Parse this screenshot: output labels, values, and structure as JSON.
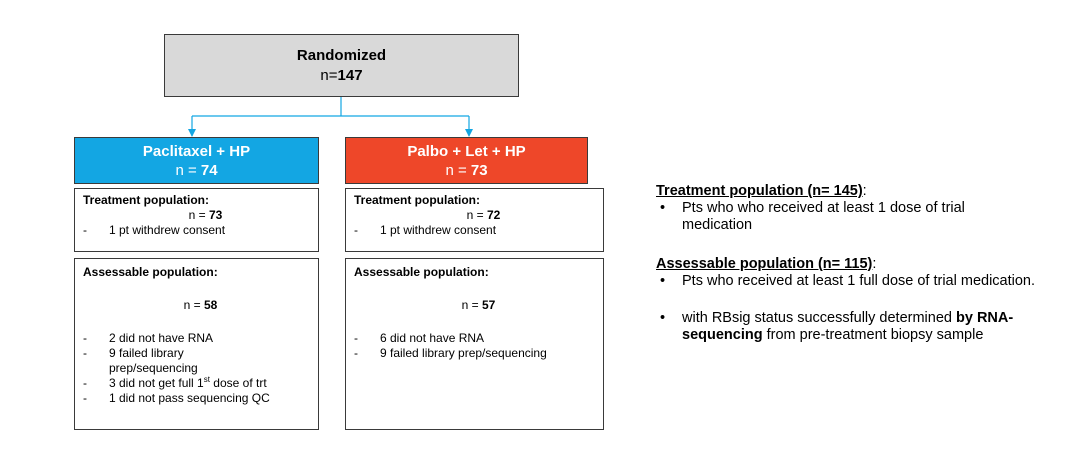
{
  "randomized": {
    "title": "Randomized",
    "n_prefix": "n=",
    "n_value": "147"
  },
  "arms": [
    {
      "name": "Paclitaxel + HP",
      "n_prefix": "n = ",
      "n_value": "74",
      "treatment": {
        "title": "Treatment population:",
        "n_prefix": "n = ",
        "n_value": "73",
        "items": [
          "1 pt withdrew consent"
        ]
      },
      "assessable": {
        "title": "Assessable population:",
        "n_prefix": "n = ",
        "n_value": "58"
      }
    },
    {
      "name": "Palbo + Let + HP",
      "n_prefix": "n = ",
      "n_value": "73",
      "treatment": {
        "title": "Treatment population:",
        "n_prefix": "n = ",
        "n_value": "72",
        "items": [
          "1 pt withdrew consent"
        ]
      },
      "assessable": {
        "title": "Assessable population:",
        "n_prefix": "n = ",
        "n_value": "57",
        "items": [
          "6 did not have RNA",
          "9 failed library prep/sequencing"
        ]
      }
    }
  ],
  "left_assessable_items": {
    "i1": "2 did not have RNA",
    "i2": "9 failed library prep/sequencing",
    "i3_pre": "3 did not get full 1",
    "i3_sup": "st",
    "i3_post": " dose of trt",
    "i4": "1 did not pass sequencing QC"
  },
  "notes": {
    "treatment": {
      "heading": "Treatment population (n= 145)",
      "suffix": ":",
      "bullet": "Pts who who received at least 1 dose of trial medication"
    },
    "assessable": {
      "heading": "Assessable population (n= 115)",
      "suffix": ":",
      "bullet1": "Pts who received at least 1 full dose of trial medication.",
      "bullet2_pre": "with RBsig status successfully determined ",
      "bullet2_bold": "by RNA-sequencing",
      "bullet2_post": " from pre-treatment biopsy sample"
    }
  },
  "colors": {
    "arm_left": "#13a6e3",
    "arm_right": "#ee4729",
    "connector": "#13a6e3",
    "randomized_fill": "#d9d9d9"
  }
}
